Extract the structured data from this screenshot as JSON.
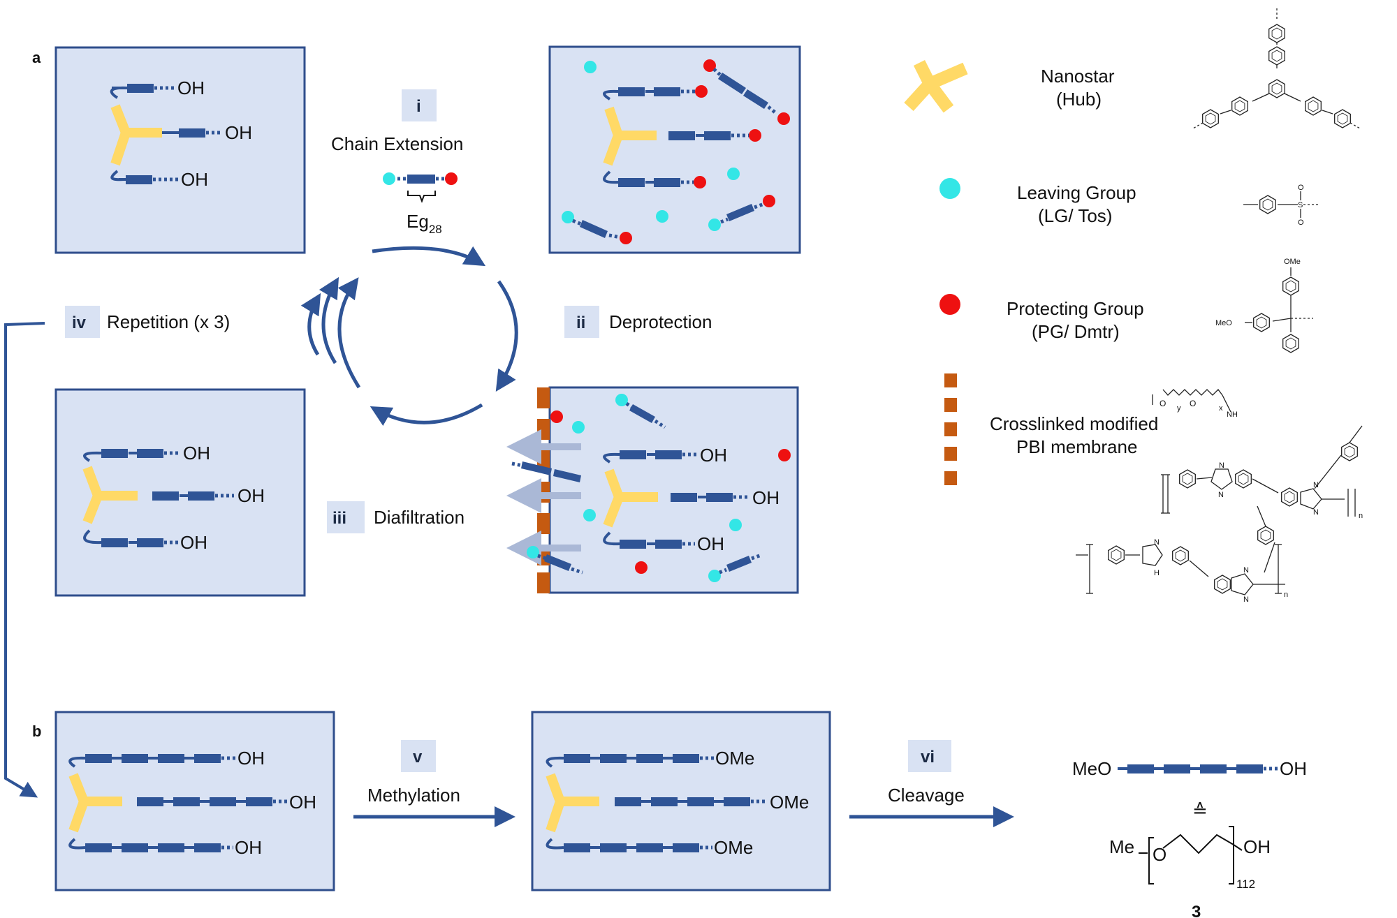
{
  "panels": {
    "a": "a",
    "b": "b"
  },
  "ends": {
    "oh": "OH",
    "ome": "OMe"
  },
  "steps": {
    "i": {
      "num": "i",
      "label": "Chain Extension"
    },
    "ii": {
      "num": "ii",
      "label": "Deprotection"
    },
    "iii": {
      "num": "iii",
      "label": "Diafiltration"
    },
    "iv": {
      "num": "iv",
      "label": "Repetition (x 3)"
    },
    "v": {
      "num": "v",
      "label": "Methylation"
    },
    "vi": {
      "num": "vi",
      "label": "Cleavage"
    }
  },
  "monomer": {
    "name": "Eg",
    "sub": "28"
  },
  "legend": {
    "nanostar": {
      "line1": "Nanostar",
      "line2": "(Hub)"
    },
    "leaving": {
      "line1": "Leaving Group",
      "line2": "(LG/ Tos)"
    },
    "protecting": {
      "line1": "Protecting Group",
      "line2": "(PG/ Dmtr)"
    },
    "membrane": {
      "line1": "Crosslinked modified",
      "line2": "PBI membrane"
    }
  },
  "chem": {
    "ome": "OMe",
    "meo": "MeO",
    "n": "n",
    "nh": "NH",
    "n_atom": "N",
    "h": "H",
    "x": "x",
    "y": "y",
    "o": "O",
    "s": "S"
  },
  "product": {
    "meo": "MeO",
    "oh": "OH",
    "equiv": "≙",
    "me": "Me",
    "o": "O",
    "repeat": "112",
    "compound": "3"
  },
  "colors": {
    "panel_fill": "#d9e2f3",
    "panel_border": "#2f4e8c",
    "chain": "#2f5496",
    "hub": "#ffd966",
    "leaving_group": "#33e6e6",
    "protecting_group": "#ee1111",
    "membrane": "#c55a11",
    "step_box": "#d9e2f3",
    "arrow": "#2f5496"
  }
}
